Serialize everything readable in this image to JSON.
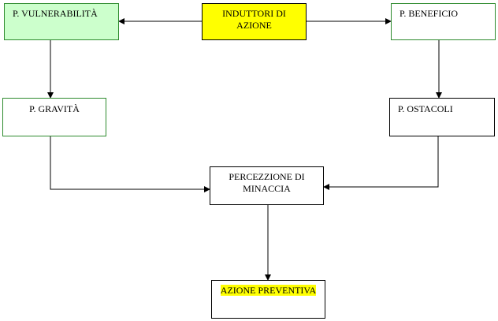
{
  "colors": {
    "highlight_yellow": "#ffff00",
    "light_green_fill": "#ccffcc",
    "green_border": "#2e8b2e",
    "black": "#000000",
    "white": "#ffffff"
  },
  "nodes": {
    "vulnerabilita": {
      "label": "P. VULNERABILITÀ"
    },
    "induttori": {
      "label": "INDUTTORI DI AZIONE"
    },
    "beneficio": {
      "label": "P. BENEFICIO"
    },
    "gravita": {
      "label": "P. GRAVITÀ"
    },
    "ostacoli": {
      "label": "P. OSTACOLI"
    },
    "percezione": {
      "label": "PERCEZZIONE DI MINACCIA"
    },
    "azione": {
      "label": "AZIONE PREVENTIVA"
    }
  }
}
